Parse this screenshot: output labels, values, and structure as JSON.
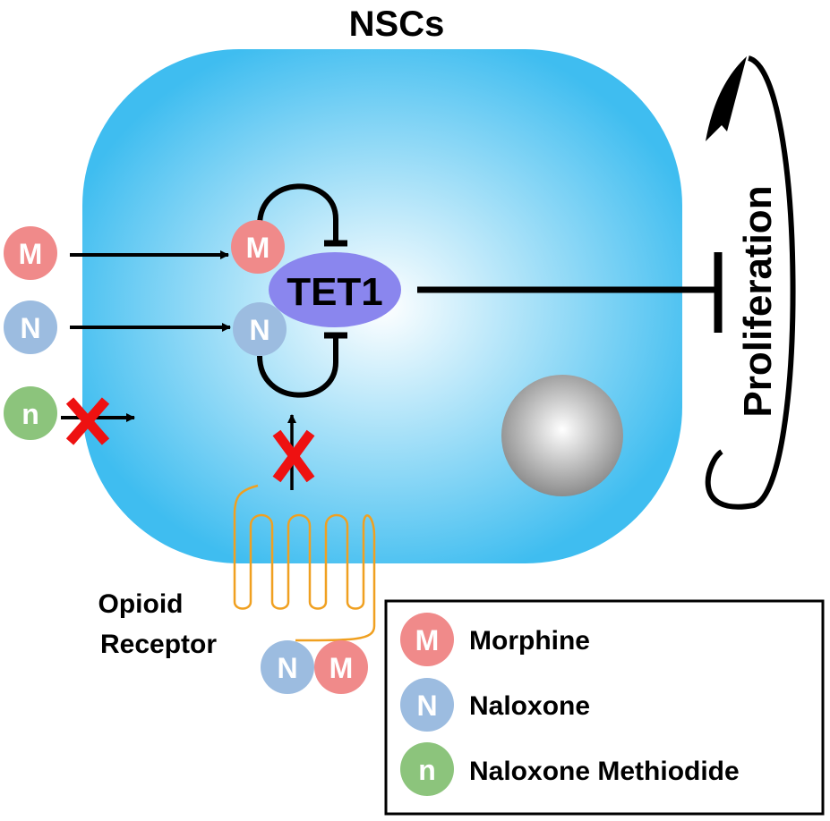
{
  "title": "NSCs",
  "center_label": "TET1",
  "side_label": "Proliferation",
  "receptor_label_line1": "Opioid",
  "receptor_label_line2": "Receptor",
  "circle_letters": {
    "morphine": "M",
    "naloxone": "N",
    "methiodide": "n"
  },
  "legend": {
    "items": [
      {
        "letter": "M",
        "label": "Morphine"
      },
      {
        "letter": "N",
        "label": "Naloxone"
      },
      {
        "letter": "n",
        "label": "Naloxone Methiodide"
      }
    ]
  },
  "colors": {
    "cell_edge": "#3fbdf0",
    "cell_center": "#ffffff",
    "tet1_fill": "#8a86ee",
    "morphine_fill": "#f08a8a",
    "naloxone_fill": "#9cbce0",
    "methiodide_fill": "#8cc47c",
    "receptor": "#f0a020",
    "block_mark": "#ee1111",
    "nucleus": "#9a9a9a"
  }
}
